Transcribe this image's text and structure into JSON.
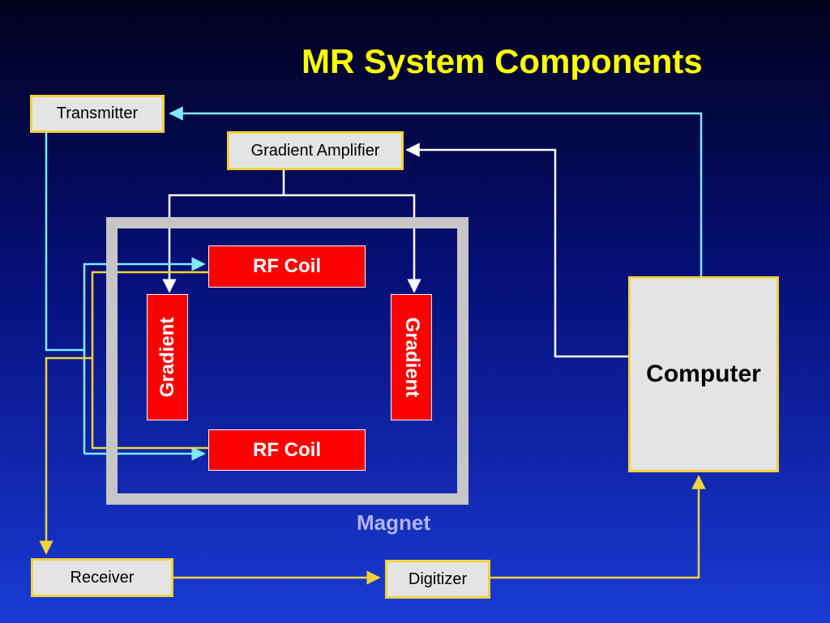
{
  "title": "MR System Components",
  "components": {
    "transmitter": "Transmitter",
    "gradient_amplifier": "Gradient Amplifier",
    "rf_coil_top": "RF Coil",
    "rf_coil_bottom": "RF Coil",
    "gradient_left": "Gradient",
    "gradient_right": "Gradient",
    "computer": "Computer",
    "magnet": "Magnet",
    "receiver": "Receiver",
    "digitizer": "Digitizer"
  },
  "colors": {
    "title": "#ffff00",
    "box_fill": "#e4e4e4",
    "box_border": "#f2d23a",
    "coil_fill": "#ff0000",
    "magnet": "#c6c6c6",
    "transmit_wire": "#7fe9ff",
    "receive_wire": "#f2d23a",
    "control_wire": "#ffffff"
  }
}
